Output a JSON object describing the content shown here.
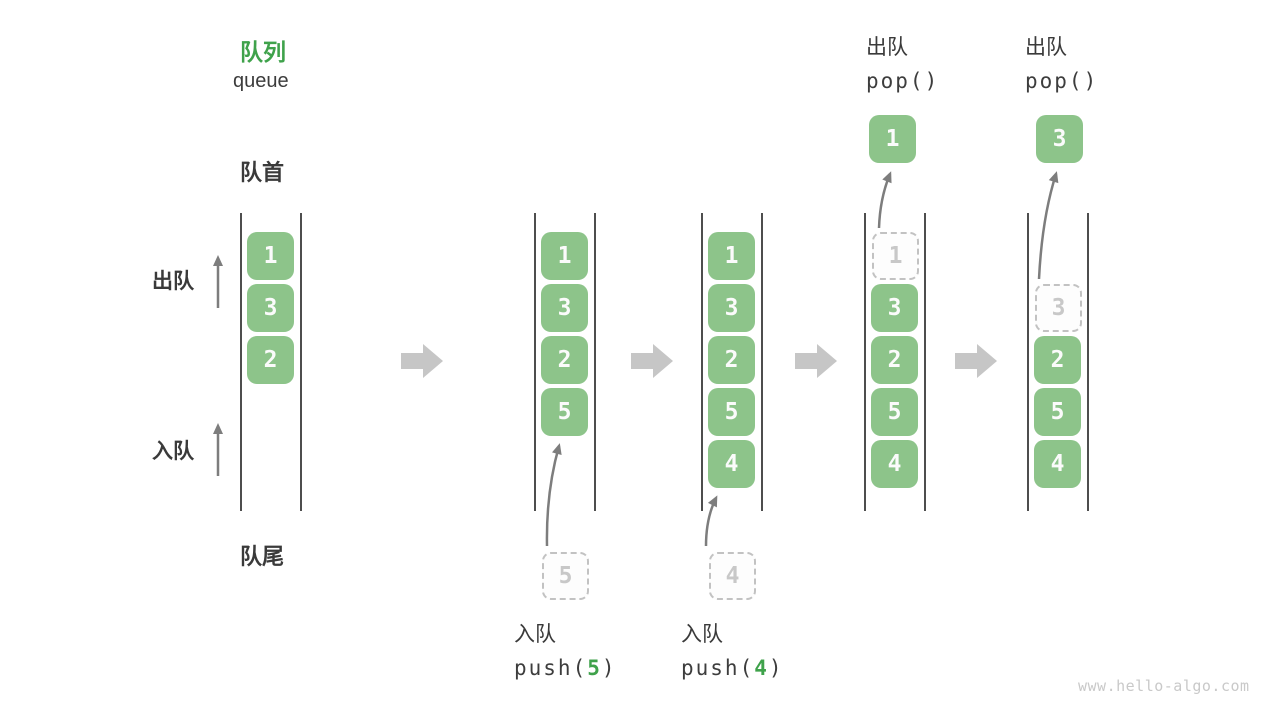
{
  "colors": {
    "box-green": "#8dc48a",
    "accent-green": "#3fa24b",
    "line-dark": "#4e4e4e",
    "arrow-gray": "#7d7d7d",
    "block-arrow": "#c6c6c6",
    "dashed-gray": "#c2c2c2",
    "text-dark": "#3a3a3a",
    "muted": "#c9c9c9"
  },
  "title": {
    "zh": "队列",
    "en": "queue"
  },
  "side_labels": {
    "front": "队首",
    "rear": "队尾",
    "dequeue": "出队",
    "enqueue": "入队"
  },
  "queues": [
    {
      "items": [
        {
          "value": "1"
        },
        {
          "value": "3"
        },
        {
          "value": "2"
        }
      ]
    },
    {
      "items": [
        {
          "value": "1"
        },
        {
          "value": "3"
        },
        {
          "value": "2"
        },
        {
          "value": "5"
        }
      ],
      "incoming": {
        "value": "5",
        "action": "入队",
        "code_prefix": "push(",
        "code_value": "5",
        "code_suffix": ")"
      }
    },
    {
      "items": [
        {
          "value": "1"
        },
        {
          "value": "3"
        },
        {
          "value": "2"
        },
        {
          "value": "5"
        },
        {
          "value": "4"
        }
      ],
      "incoming": {
        "value": "4",
        "action": "入队",
        "code_prefix": "push(",
        "code_value": "4",
        "code_suffix": ")"
      }
    },
    {
      "items": [
        {
          "value": "1",
          "state": "dashed"
        },
        {
          "value": "3"
        },
        {
          "value": "2"
        },
        {
          "value": "5"
        },
        {
          "value": "4"
        }
      ],
      "popped": {
        "value": "1",
        "action": "出队",
        "code": "pop()"
      }
    },
    {
      "items": [
        {
          "value": "3",
          "state": "dashed"
        },
        {
          "value": "2"
        },
        {
          "value": "5"
        },
        {
          "value": "4"
        }
      ],
      "popped": {
        "value": "3",
        "action": "出队",
        "code": "pop()"
      }
    }
  ],
  "watermark": "www.hello-algo.com"
}
